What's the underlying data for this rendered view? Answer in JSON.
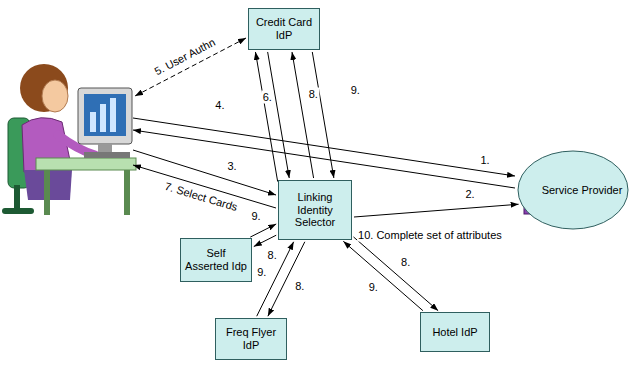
{
  "diagram": {
    "nodes": [
      {
        "text": [
          "Credit Card IdP"
        ]
      },
      {
        "text": [
          "Service Provider"
        ]
      },
      {
        "text": [
          "Linking Identity Selector"
        ]
      },
      {
        "text": [
          "Self Asserted Idp"
        ]
      },
      {
        "text": [
          "Freq Flyer IdP"
        ]
      },
      {
        "text": [
          "Hotel IdP"
        ]
      }
    ],
    "edges": [
      {
        "from": 2,
        "to": 0,
        "arrow": "to",
        "label": "4."
      },
      {
        "from": 0,
        "to": 2,
        "arrow": "to",
        "label": "6."
      },
      {
        "from": 2,
        "to": 0,
        "arrow": "to",
        "label": "8."
      },
      {
        "from": 0,
        "to": 2,
        "arrow": "to",
        "label": "9."
      },
      {
        "from": 2,
        "to": 3,
        "arrow": "to",
        "label": "8."
      },
      {
        "from": 3,
        "to": 2,
        "arrow": "to",
        "label": "9."
      },
      {
        "from": 2,
        "to": 4,
        "arrow": "to",
        "label": "8."
      },
      {
        "from": 4,
        "to": 2,
        "arrow": "to",
        "label": "9."
      },
      {
        "from": 2,
        "to": 5,
        "arrow": "to",
        "label": "8."
      },
      {
        "from": 5,
        "to": 2,
        "arrow": "to",
        "label": "9."
      },
      {
        "from": 2,
        "to": 1,
        "arrow": "to",
        "label": "10. Complete set of attributes"
      }
    ],
    "labels": [
      "1.",
      "2.",
      "3.",
      "5. User Authn",
      "7. Select Cards"
    ]
  }
}
